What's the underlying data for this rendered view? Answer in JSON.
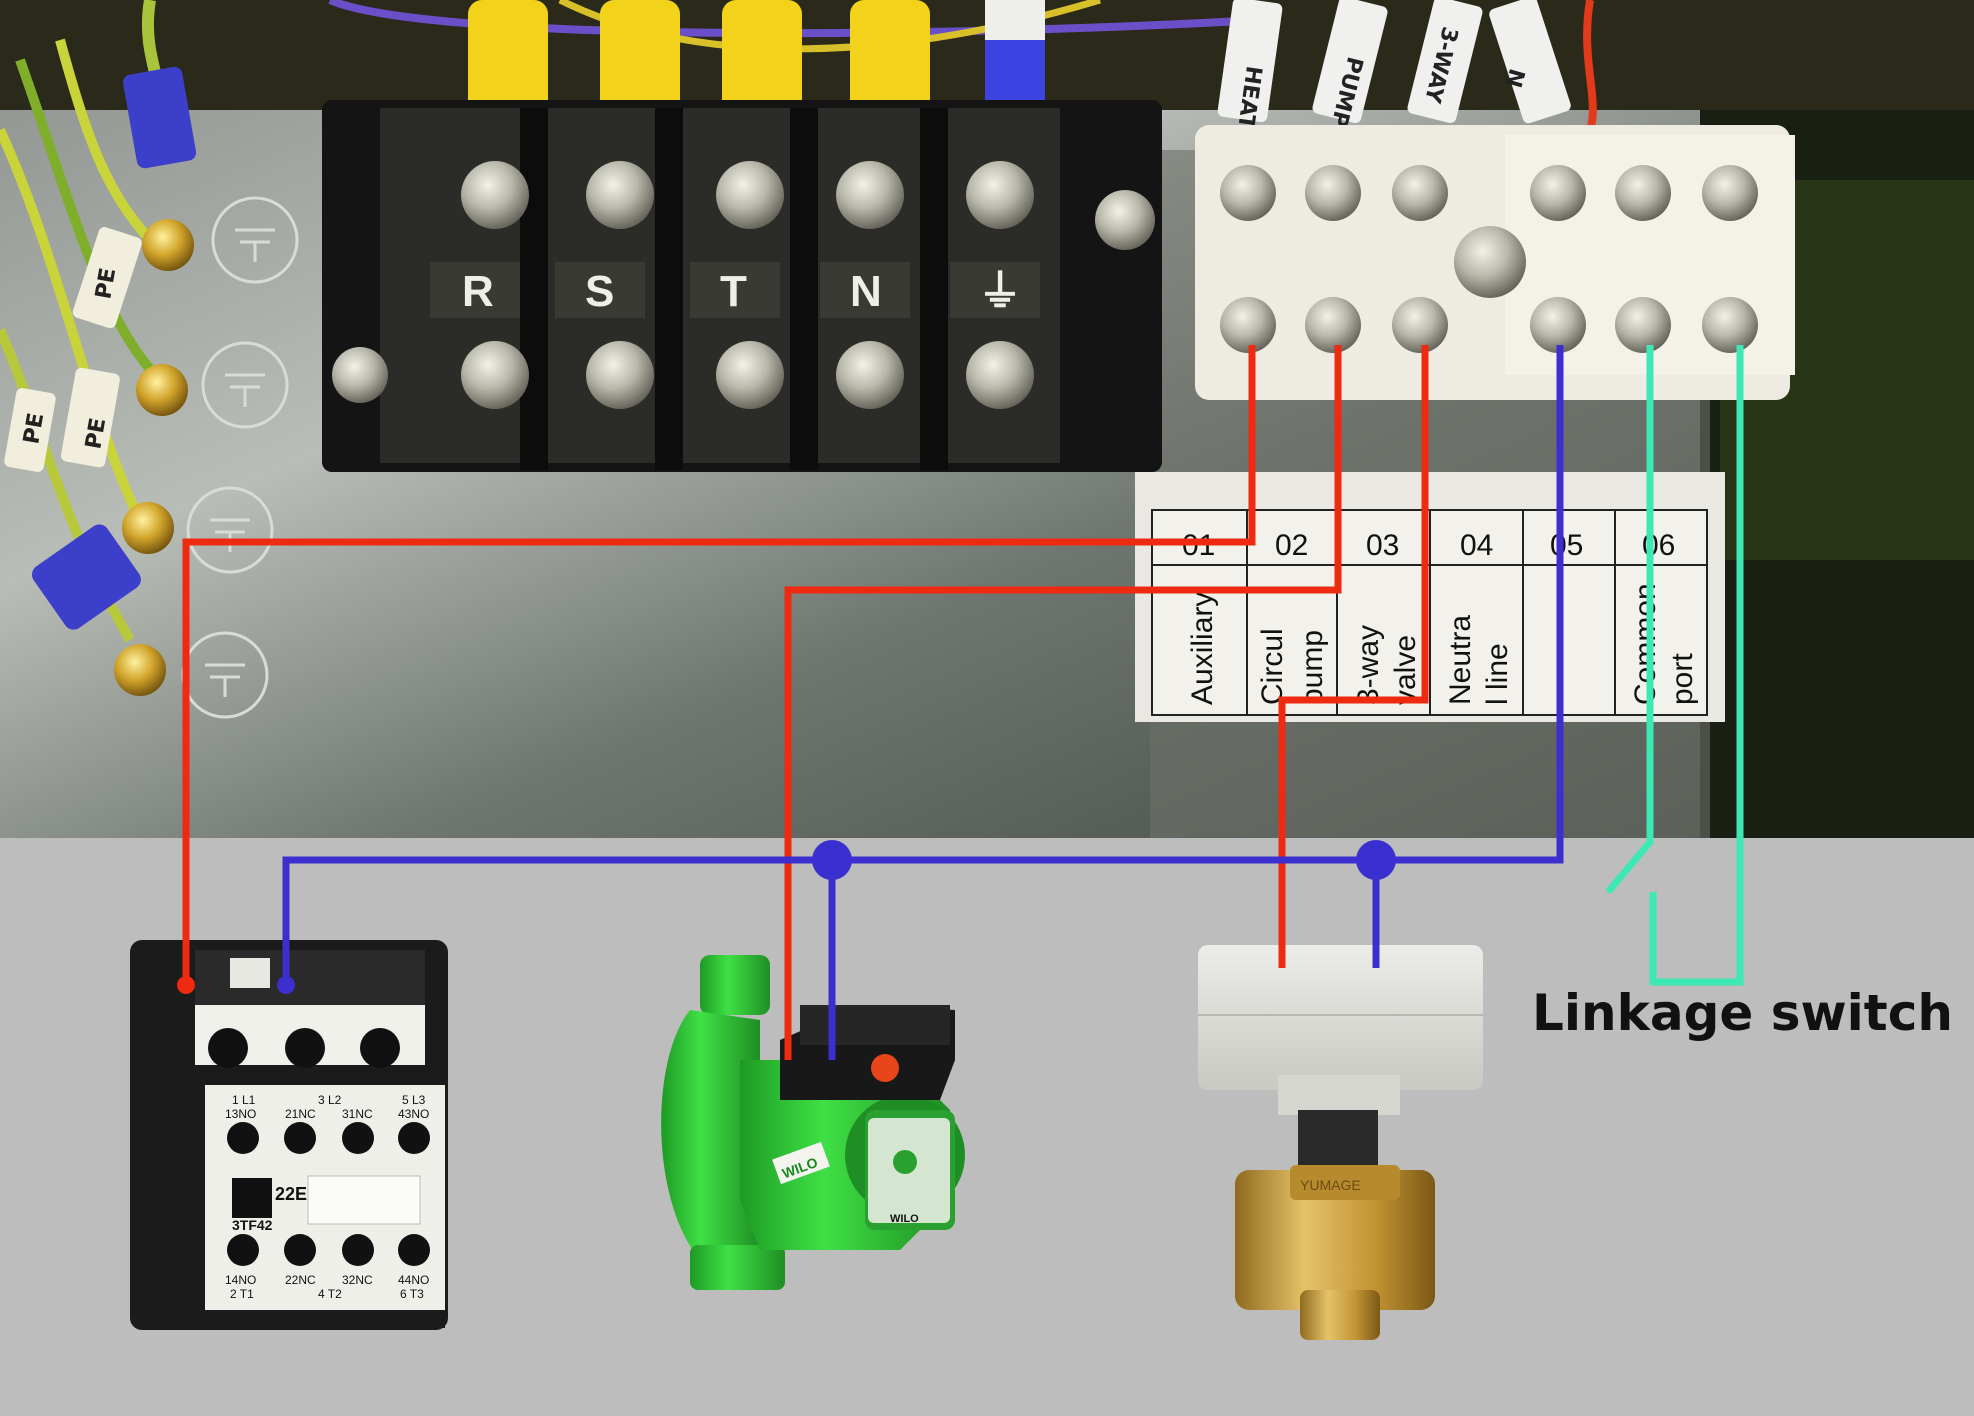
{
  "terminal_block": {
    "labels": [
      "R",
      "S",
      "T",
      "N",
      "⏚"
    ]
  },
  "wire_sleeves": {
    "pe": [
      "PE",
      "PE",
      "PE"
    ],
    "top": [
      "HEAT",
      "PUMP",
      "3-WAY",
      "N"
    ]
  },
  "terminal_table": {
    "numbers": [
      "01",
      "02",
      "03",
      "04",
      "05",
      "06"
    ],
    "names": [
      [
        "Auxiliary"
      ],
      [
        "Circul",
        "pump"
      ],
      [
        "3-way",
        "valve"
      ],
      [
        "Neutra",
        "l line"
      ],
      [
        ""
      ],
      [
        "Common",
        "port"
      ]
    ]
  },
  "contactor": {
    "top_row": [
      "1 L1",
      "3 L2",
      "5 L3"
    ],
    "contacts_top": [
      "13NO",
      "21NC",
      "31NC",
      "43NO"
    ],
    "model_code": "22E",
    "model": "3TF42",
    "contacts_bottom": [
      "14NO",
      "22NC",
      "32NC",
      "44NO"
    ],
    "bottom_row": [
      "2 T1",
      "4 T2",
      "6 T3"
    ]
  },
  "pump": {
    "brand": "WILO",
    "brand_badge": "WILO"
  },
  "valve": {
    "marking": "YUMAGE"
  },
  "linkage_switch": {
    "label": "Linkage switch"
  },
  "colors": {
    "live_wire": "#ee2a10",
    "neutral_wire": "#3b2fd0",
    "switch_wire": "#3de8b4",
    "pump_green": "#36d43c",
    "brass": "#c9a04a"
  }
}
